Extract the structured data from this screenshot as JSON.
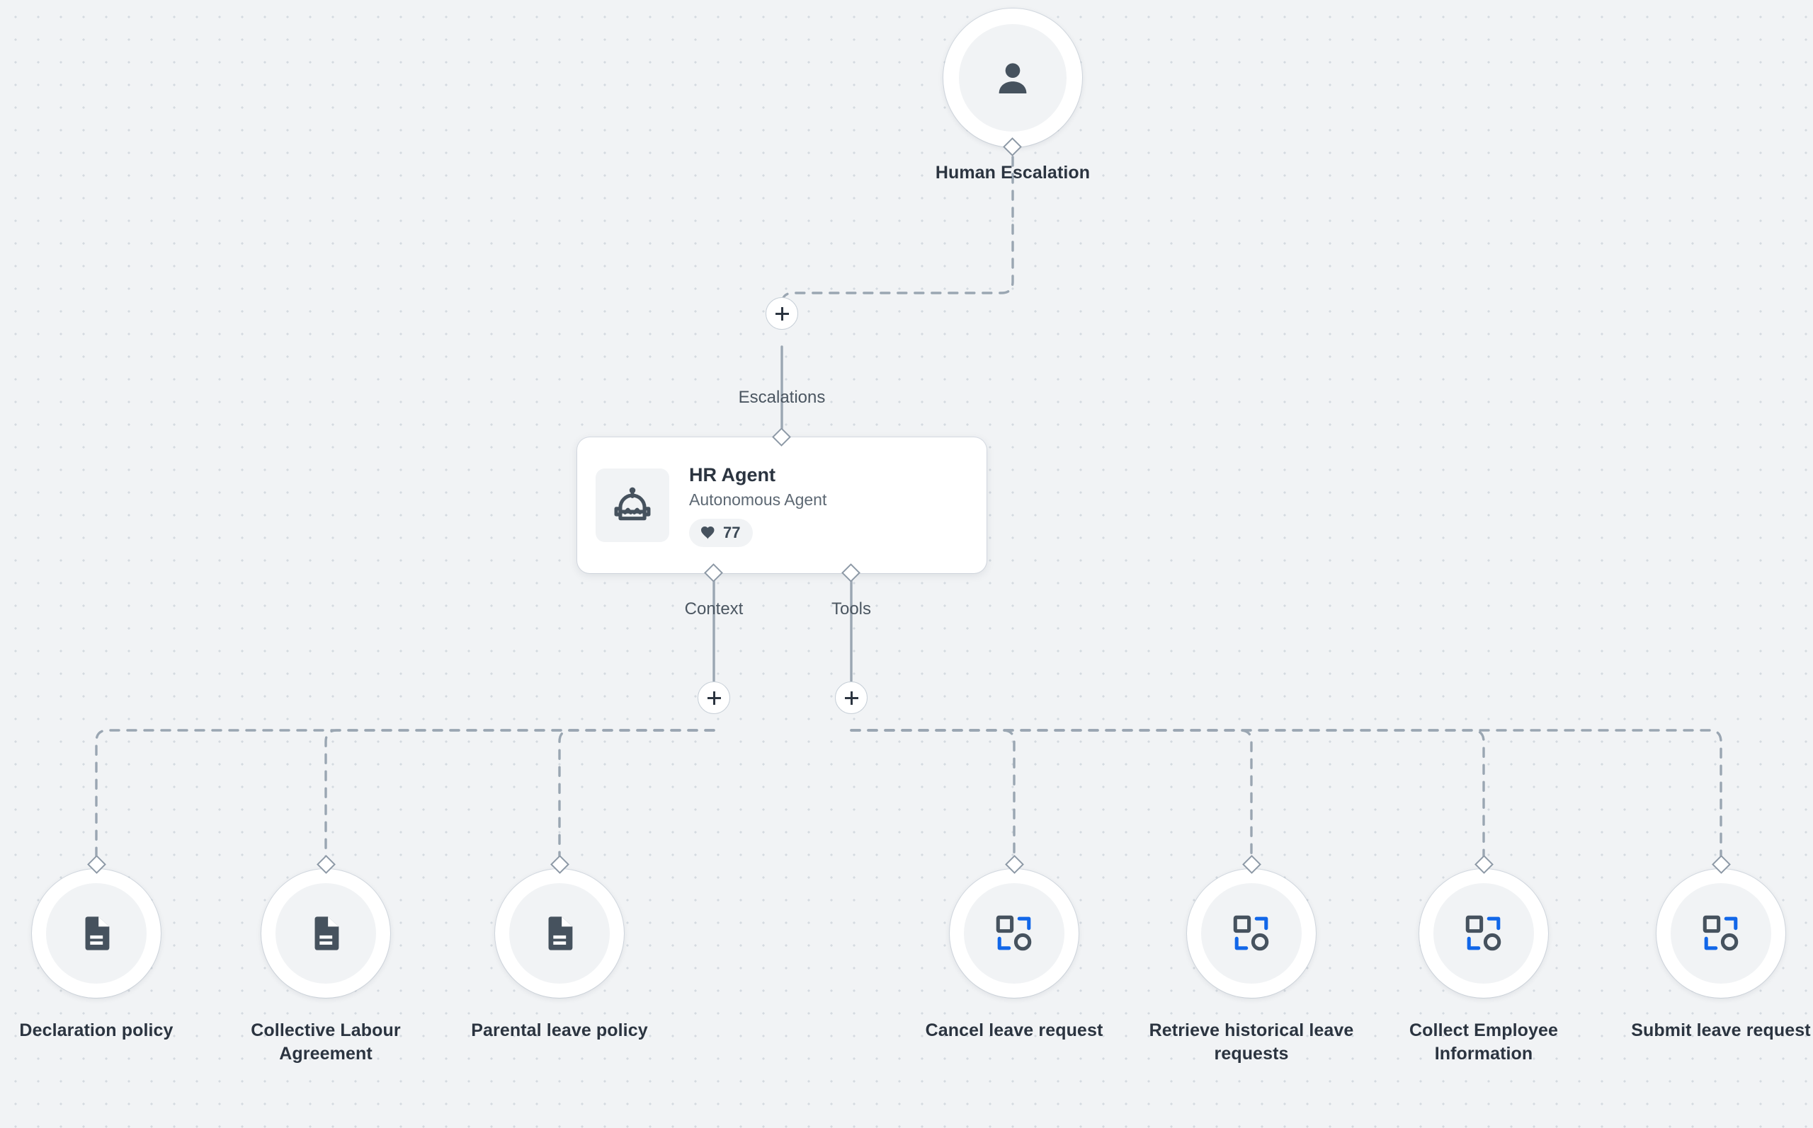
{
  "canvas": {
    "background_color": "#f1f3f5",
    "dot_color": "#d4dae0",
    "accent_color": "#1267e8",
    "node_icon_color": "#46525e",
    "edge_color": "#9aa6b2"
  },
  "escalation_node": {
    "label": "Human Escalation",
    "icon": "person-icon"
  },
  "escalations_edge": {
    "label": "Escalations",
    "add_button": "+"
  },
  "agent": {
    "title": "HR Agent",
    "subtitle": "Autonomous Agent",
    "icon": "robot-icon",
    "like_icon": "heart-icon",
    "like_count": "77"
  },
  "branches": [
    {
      "label": "Context",
      "add_button": "+"
    },
    {
      "label": "Tools",
      "add_button": "+"
    }
  ],
  "context_nodes": [
    {
      "label": "Declaration policy",
      "icon": "document-icon"
    },
    {
      "label": "Collective Labour Agreement",
      "icon": "document-icon"
    },
    {
      "label": "Parental leave policy",
      "icon": "document-icon"
    }
  ],
  "tool_nodes": [
    {
      "label": "Cancel leave request",
      "icon": "tool-icon"
    },
    {
      "label": "Retrieve historical leave requests",
      "icon": "tool-icon"
    },
    {
      "label": "Collect Employee Information",
      "icon": "tool-icon"
    },
    {
      "label": "Submit leave request",
      "icon": "tool-icon"
    }
  ]
}
